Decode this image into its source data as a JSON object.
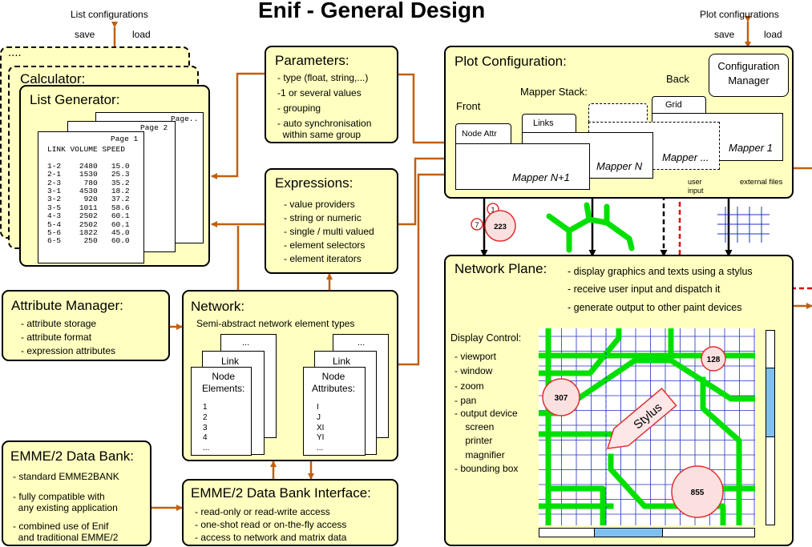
{
  "title": "Enif - General Design",
  "list_config": {
    "label": "List configurations",
    "save": "save",
    "load": "load"
  },
  "plot_config_io": {
    "label": "Plot configurations",
    "save": "save",
    "load": "load"
  },
  "stack": {
    "back_label": "....",
    "calc_label": "Calculator:",
    "title": "List Generator:"
  },
  "pages": {
    "page3": "Page..",
    "page2": "Page 2",
    "page1": "Page 1",
    "report": "LINK VOLUME SPEED\n\n1-2    2480   15.0\n2-1    1530   25.3\n2-3     780   35.2\n3-1    4530   18.2\n3-2     920   37.2\n3-5    1011   58.6\n4-3    2502   60.1\n5-4    2502   60.1\n5-6    1822   45.0\n6-5     250   60.0"
  },
  "parameters": {
    "title": "Parameters:",
    "items": [
      "- type (float, string,...)",
      "-1 or several values",
      "- grouping",
      "- auto synchronisation",
      "  within same group"
    ]
  },
  "expressions": {
    "title": "Expressions:",
    "items": [
      "- value providers",
      "- string or numeric",
      "- single / multi valued",
      "- element selectors",
      "- element iterators"
    ]
  },
  "attribute_manager": {
    "title": "Attribute Manager:",
    "items": [
      "- attribute storage",
      "- attribute format",
      "- expression attributes"
    ]
  },
  "network": {
    "title": "Network:",
    "subtitle": "Semi-abstract network element types",
    "dots": "...",
    "link": "Link",
    "node_elements": {
      "title": "Node\nElements:",
      "items": "1\n2\n3\n4\n..."
    },
    "node_attributes": {
      "title": "Node\nAttributes:",
      "items": "I\nJ\nXI\nYI\n..."
    }
  },
  "emme_bank": {
    "title": "EMME/2 Data Bank:",
    "items": [
      "- standard EMME2BANK",
      "- fully compatible with",
      "  any existing application",
      "- combined use of Enif",
      "  and traditional EMME/2"
    ]
  },
  "emme_interface": {
    "title": "EMME/2 Data Bank Interface:",
    "items": [
      "- read-only or read-write access",
      "- one-shot read or on-the-fly access",
      "- access to network and matrix data"
    ]
  },
  "plot_configuration": {
    "title": "Plot Configuration:",
    "config_manager": "Configuration\nManager",
    "mapper_stack": "Mapper Stack:",
    "back": "Back",
    "front": "Front",
    "grid_tab": "Grid",
    "links_tab": "Links",
    "node_attr_tab": "Node Attr",
    "mapper_1": "Mapper 1",
    "mapper_dots": "Mapper ...",
    "mapper_n": "Mapper N",
    "mapper_n1": "Mapper N+1",
    "user_input": "user\ninput",
    "external_files": "external files"
  },
  "floating_nodes": {
    "a": "1",
    "b": "7",
    "c": "223"
  },
  "network_plane": {
    "title": "Network Plane:",
    "features": [
      "- display graphics and texts using a stylus",
      "- receive user input and dispatch it",
      "- generate output to other paint devices"
    ],
    "display_control_title": "Display Control:",
    "display_control": [
      "- viewport",
      "- window",
      "- zoom",
      "- pan",
      "- output device",
      "    screen",
      "    printer",
      "    magnifier",
      "- bounding box"
    ],
    "stylus": "Stylus",
    "node_307": "307",
    "node_128": "128",
    "node_855": "855"
  },
  "colors": {
    "box": "#ffffc0",
    "arrow": "#c06010",
    "network_link": "#00e000",
    "grid": "#2030c0",
    "node": "#e03030",
    "user_input": "#e00000",
    "scrollbar": "#80c0f0"
  }
}
